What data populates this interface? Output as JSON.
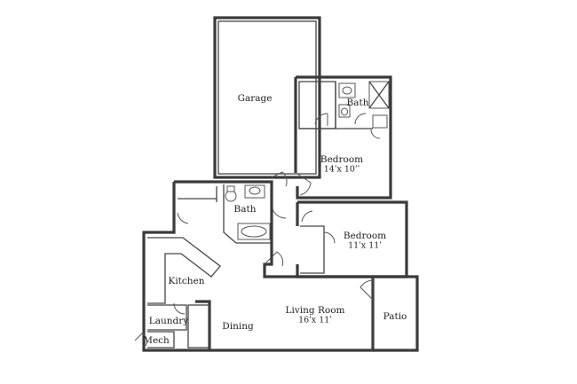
{
  "rooms": {
    "garage": {
      "label": "Garage"
    },
    "bath_upper": {
      "label": "Bath"
    },
    "bedroom_primary": {
      "label": "Bedroom",
      "dimensions": "14ʹx 10ʹʹ"
    },
    "bath_lower": {
      "label": "Bath"
    },
    "bedroom_secondary": {
      "label": "Bedroom",
      "dimensions": "11ʹx 11ʹ"
    },
    "kitchen": {
      "label": "Kitchen"
    },
    "living_room": {
      "label": "Living Room",
      "dimensions": "16ʹx 11ʹ"
    },
    "dining": {
      "label": "Dining"
    },
    "laundry": {
      "label": "Laundry"
    },
    "mech": {
      "label": "Mech"
    },
    "patio": {
      "label": "Patio"
    }
  }
}
